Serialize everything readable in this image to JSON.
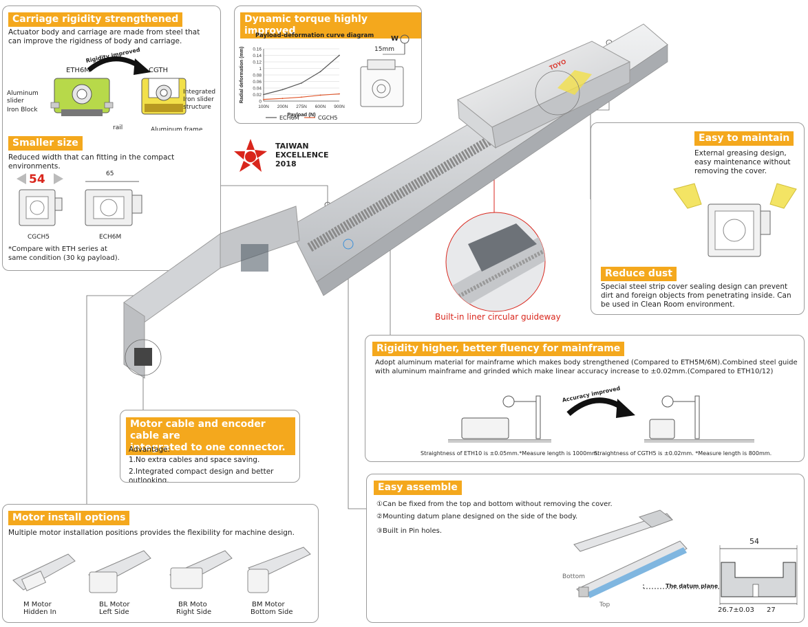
{
  "colors": {
    "accent": "#f4a81d",
    "caption_red": "#d9261c",
    "ech6m_line": "#555555",
    "cgch5_line": "#e0562a",
    "datum_blue": "#7fb6e0",
    "steel": "#d8dadc",
    "slider_green": "#b7d94a",
    "slider_yellow": "#f2e04a"
  },
  "carriage": {
    "title": "Carriage rigidity strengthened",
    "desc": "Actuator body and carriage are made from steel that can improve the rigidness of body and carriage.",
    "label_before": "ETH6M",
    "label_after": "CGTH",
    "rigidity_label": "Rigidity improved",
    "aluminum_slider": "Aluminum slider",
    "iron_block": "Iron Block",
    "rail": "rail",
    "integrated": "Integrated Iron slider structure",
    "aluminum_frame": "Aluminum frame"
  },
  "smaller": {
    "title": "Smaller size",
    "desc": "Reduced width that can fitting in the compact environments.",
    "width_small": "54",
    "width_large": "65",
    "model_small": "CGCH5",
    "model_large": "ECH6M",
    "note": "*Compare with ETH series at same condition (30 kg payload)."
  },
  "torque": {
    "title": "Dynamic torque highly improved",
    "weight_label": "W",
    "offset_label": "15mm"
  },
  "chart_data": {
    "type": "line",
    "title": "Payload-deformation curve diagram",
    "xlabel": "Payload (N)",
    "ylabel": "Radial deformation (mm)",
    "categories": [
      "100N",
      "200N",
      "275N",
      "600N",
      "900N"
    ],
    "ylim": [
      0,
      0.16
    ],
    "yticks": [
      "0",
      "0.02",
      "0.04",
      "0.06",
      "0.08",
      "1",
      "0.12",
      "0.14",
      "0.16"
    ],
    "series": [
      {
        "name": "ECH6M",
        "values": [
          0.02,
          0.035,
          0.055,
          0.09,
          0.14
        ],
        "color": "#555555"
      },
      {
        "name": "CGCH5",
        "values": [
          0.005,
          0.008,
          0.012,
          0.018,
          0.022
        ],
        "color": "#e0562a"
      }
    ],
    "grid": true,
    "legend": "bottom"
  },
  "award": {
    "line1": "TAIWAN",
    "line2": "EXCELLENCE",
    "line3": "2018"
  },
  "product": {
    "brand": "TOYO"
  },
  "maintain": {
    "title": "Easy to maintain",
    "desc": "External greasing design, easy maintenance without removing the cover."
  },
  "dust": {
    "title": "Reduce dust",
    "desc": "Special steel strip cover sealing design can prevent dirt and foreign objects from penetrating inside. Can be used in Clean Room environment."
  },
  "guideway": {
    "caption": "Built-in liner circular guideway"
  },
  "rigidity": {
    "title": "Rigidity higher, better fluency for mainframe",
    "desc": "Adopt aluminum material for mainframe which makes body strengthened (Compared to ETH5M/6M).Combined steel guide with aluminum mainframe and grinded which make linear accuracy increase to ±0.02mm.(Compared to ETH10/12)",
    "accuracy_label": "Accuracy improved",
    "caption_left": "Straightness of ETH10 is ±0.05mm.*Measure length is 1000mm.",
    "caption_right": "Straightness of CGTH5 is ±0.02mm.   *Measure length is 800mm."
  },
  "cable": {
    "title_line1": "Motor cable and encoder cable are",
    "title_line2": "integrated  to one connector.",
    "advantage": "Advantage:",
    "item1": "1.No extra cables and space saving.",
    "item2": "2.Integrated compact design and better outlooking."
  },
  "assemble": {
    "title": "Easy assemble",
    "item1": "①Can be fixed from the top and bottom without removing the cover.",
    "item2": "②Mounting datum plane designed on the side of the body.",
    "item3": "③Built in Pin holes.",
    "bottom_label": "Bottom",
    "top_label": "Top",
    "datum_label": "The datum plane",
    "dim_width": "54",
    "dim_left": "26.7±0.03",
    "dim_right": "27"
  },
  "motor": {
    "title": "Motor install options",
    "desc": "Multiple motor installation positions provides the flexibility for machine design.",
    "options": [
      {
        "line1": "M Motor",
        "line2": "Hidden In"
      },
      {
        "line1": "BL Motor",
        "line2": "Left Side"
      },
      {
        "line1": "BR Moto",
        "line2": "Right Side"
      },
      {
        "line1": "BM Motor",
        "line2": "Bottom Side"
      }
    ]
  }
}
